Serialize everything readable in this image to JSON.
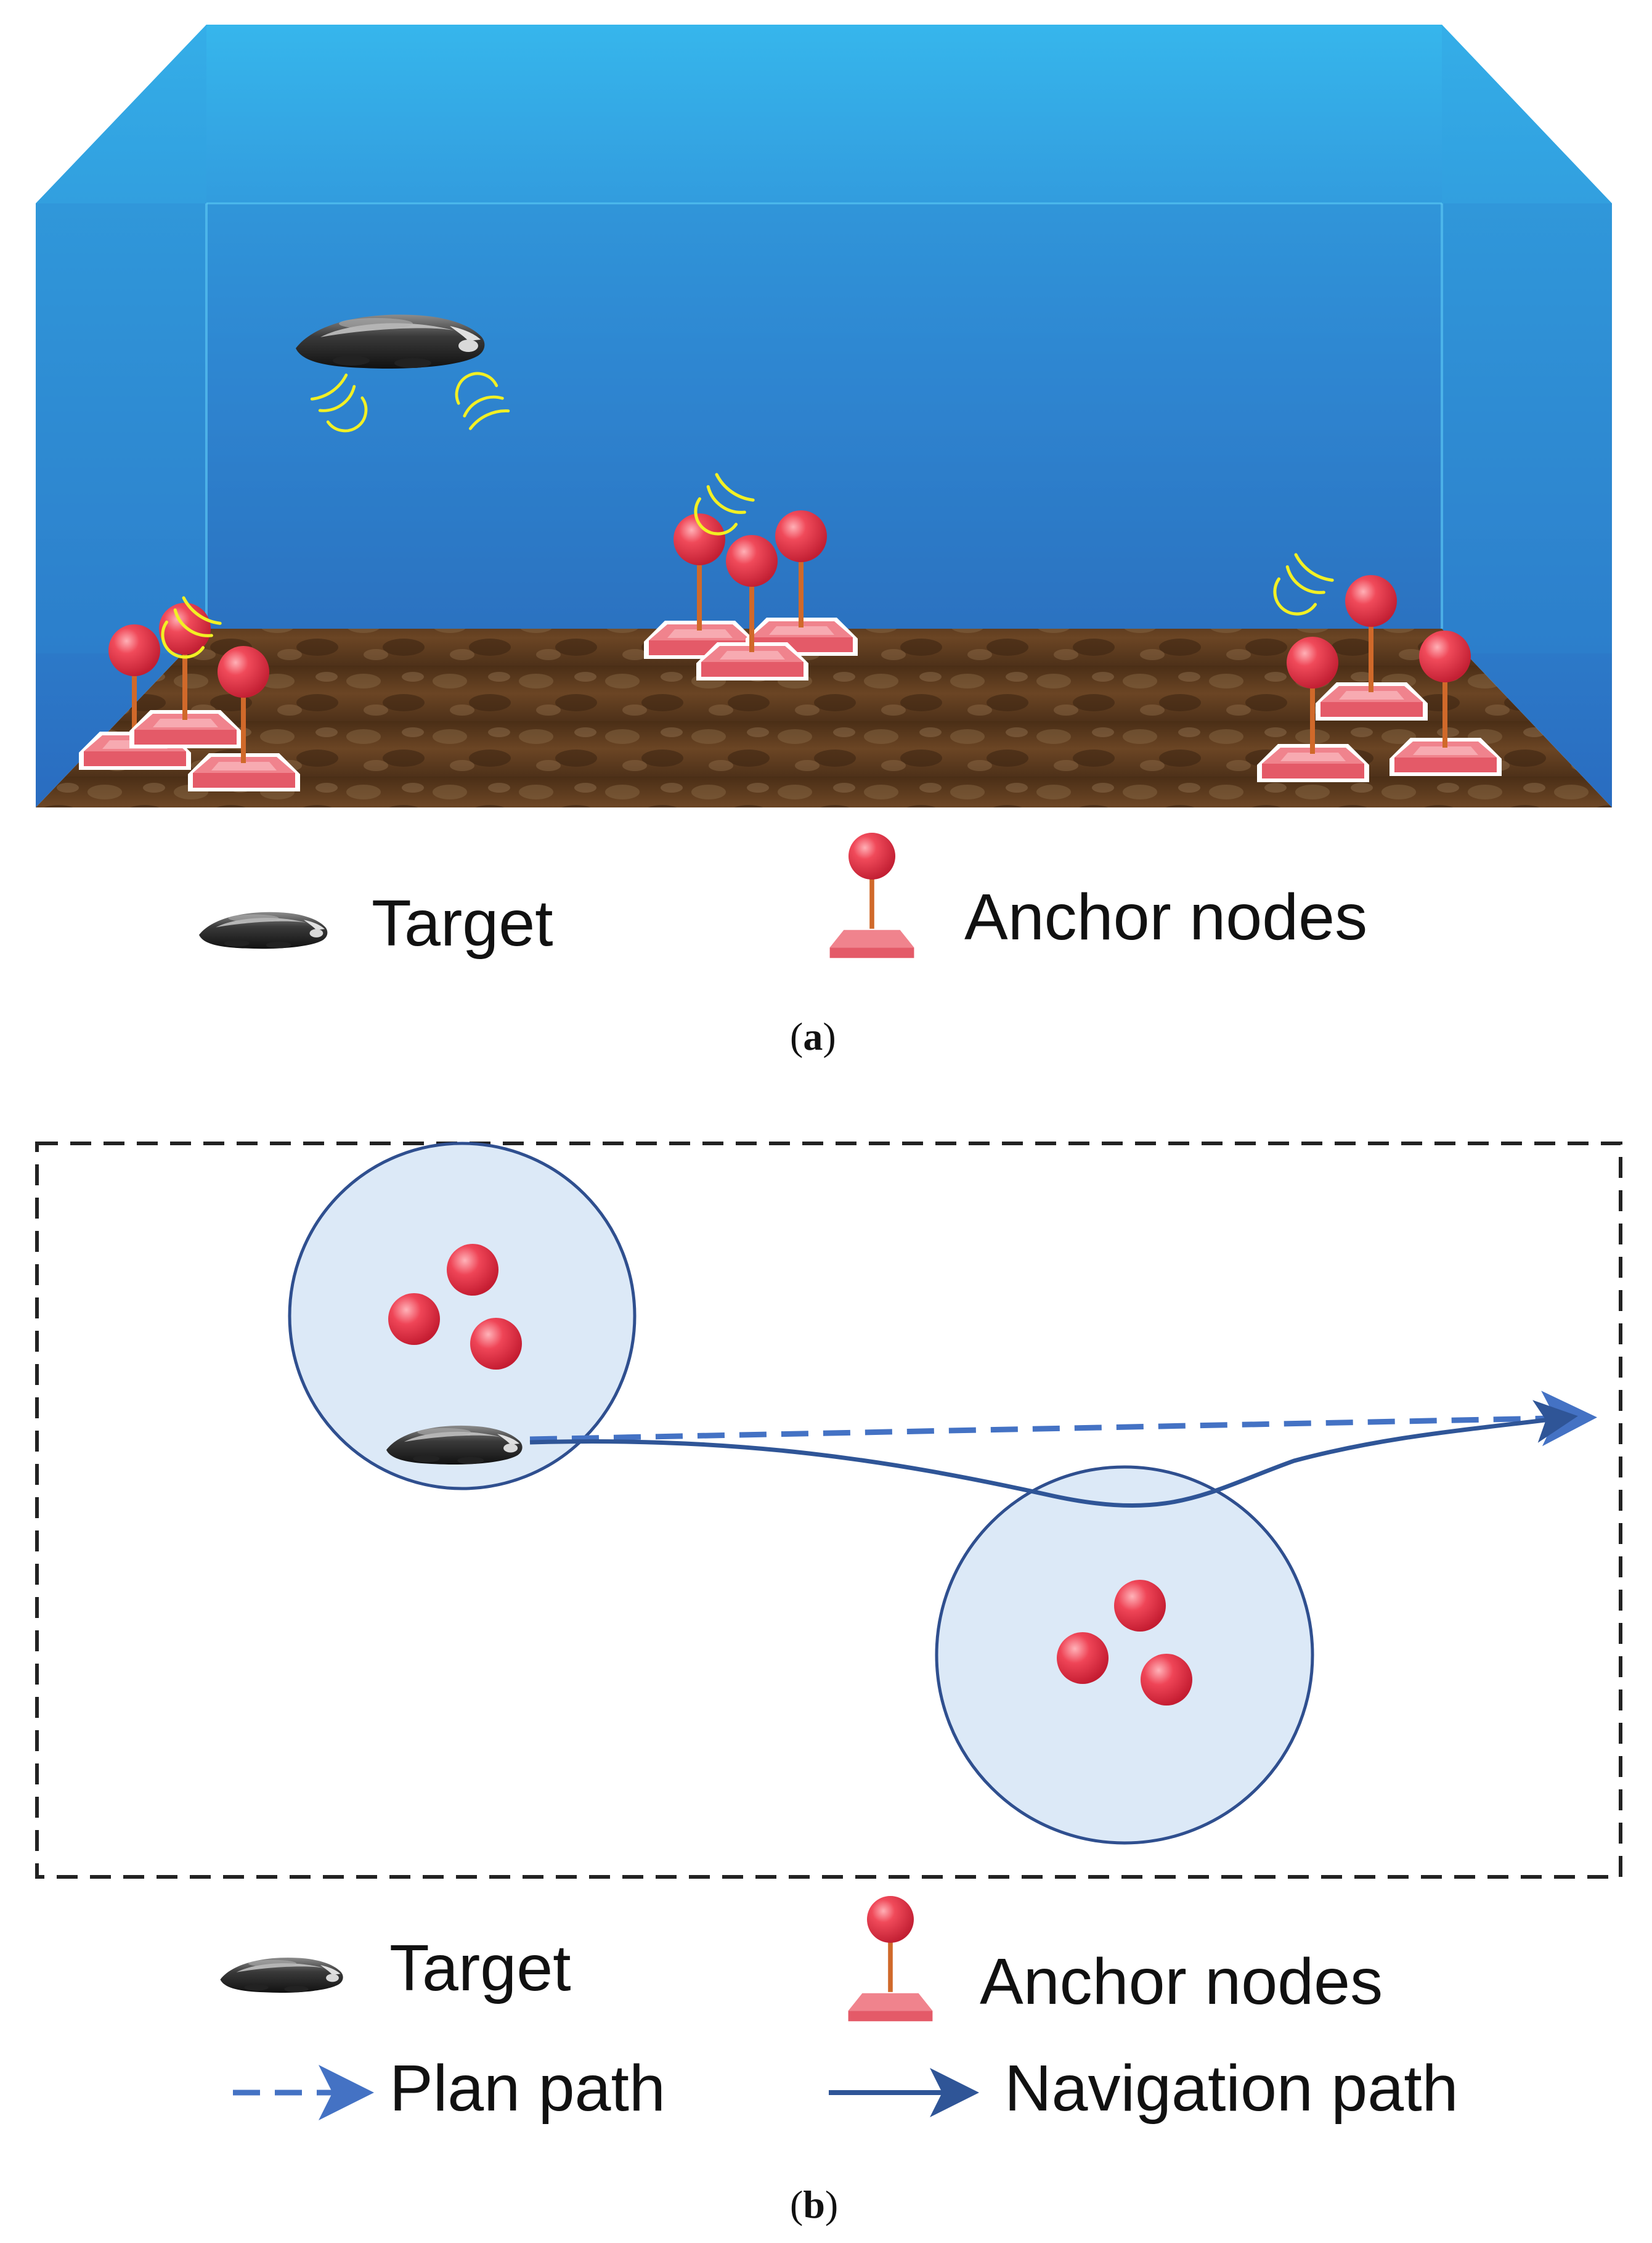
{
  "panel_a": {
    "legend": {
      "target_label": "Target",
      "anchor_label": "Anchor nodes"
    },
    "caption_letter": "a"
  },
  "panel_b": {
    "legend": {
      "target_label": "Target",
      "anchor_label": "Anchor nodes",
      "plan_path_label": "Plan path",
      "navigation_path_label": "Navigation path"
    },
    "caption_letter": "b"
  },
  "colors": {
    "water_top": "#3dbaf0",
    "water_bottom": "#2a6fc0",
    "seabed": "#5a3a1e",
    "anchor_buoy": "#e8394a",
    "anchor_base": "#f07a84",
    "anchor_pole": "#d0692a",
    "signal": "#f5f02a",
    "path": "#2f5597",
    "coverage_fill": "#dce9f7"
  },
  "icons": {
    "target": "auv-icon",
    "anchor": "anchor-node-icon",
    "signal": "signal-wave-icon"
  }
}
